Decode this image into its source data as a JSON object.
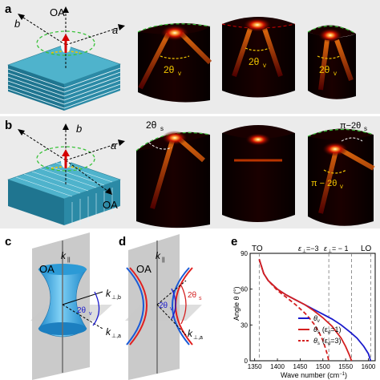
{
  "panels": {
    "a": {
      "label": "a",
      "axis_oa": "OA",
      "axis_a": "a",
      "axis_b": "b",
      "angle_labels": [
        "2θ",
        "2θ",
        "2θ"
      ],
      "angle_subscript": "v"
    },
    "b": {
      "label": "b",
      "axis_oa": "OA",
      "axis_a": "a",
      "axis_b": "b",
      "angle_label_1": "2θ",
      "angle_label_1_sub": "s",
      "angle_label_3_top": "π−2θ",
      "angle_label_3_top_sub": "s",
      "angle_label_3_bottom": "π − 2θ",
      "angle_label_3_bottom_sub": "v"
    },
    "c": {
      "label": "c",
      "oa": "OA",
      "k_par": "k",
      "k_par_sub": "||",
      "k_perp_b": "k",
      "k_perp_b_sub": "⊥,b",
      "k_perp_a": "k",
      "k_perp_a_sub": "⊥,a",
      "angle": "2θ",
      "angle_sub": "v"
    },
    "d": {
      "label": "d",
      "oa": "OA",
      "k_par": "k",
      "k_par_sub": "||",
      "k_perp_a": "k",
      "k_perp_a_sub": "⊥,a",
      "angle_v": "2θ",
      "angle_v_sub": "v",
      "angle_s": "2θ",
      "angle_s_sub": "s"
    },
    "e": {
      "label": "e",
      "top_to": "TO",
      "top_eps3": "ε",
      "top_eps3_sub": "⊥",
      "top_eps3_val": "=−3",
      "top_eps1": "ε",
      "top_eps1_sub": "⊥",
      "top_eps1_val": "= − 1",
      "top_lo": "LO"
    }
  },
  "chart_data": {
    "type": "line",
    "xlabel": "Wave number (cm",
    "xlabel_sup": "−1",
    "xlabel_end": ")",
    "ylabel": "Angle θ (°)",
    "xlim": [
      1340,
      1615
    ],
    "ylim": [
      0,
      90
    ],
    "xticks": [
      1350,
      1400,
      1450,
      1500,
      1550,
      1600
    ],
    "yticks": [
      0,
      30,
      60,
      90
    ],
    "vlines": [
      1360,
      1513,
      1563,
      1605
    ],
    "series": [
      {
        "name": "θv",
        "legend_sub": "v",
        "legend_extra": "",
        "color": "#1a1acc",
        "dash": "solid",
        "x": [
          1360,
          1370,
          1380,
          1400,
          1420,
          1440,
          1460,
          1480,
          1500,
          1520,
          1540,
          1560,
          1575,
          1590,
          1600,
          1605
        ],
        "y": [
          85,
          73,
          67,
          60,
          55,
          51,
          47,
          43,
          39,
          35,
          30,
          24,
          19,
          12,
          6,
          0
        ]
      },
      {
        "name": "θs (εd=1)",
        "legend_sub": "s",
        "legend_extra": "(ε",
        "legend_extra_sub": "d",
        "legend_extra_end": "=1)",
        "color": "#d42020",
        "dash": "solid",
        "x": [
          1360,
          1370,
          1380,
          1400,
          1420,
          1440,
          1460,
          1480,
          1500,
          1520,
          1540,
          1550,
          1558,
          1563
        ],
        "y": [
          85,
          73,
          67,
          60,
          55,
          51,
          47,
          42,
          36,
          29,
          19,
          12,
          5,
          0
        ]
      },
      {
        "name": "θs (εd=3)",
        "legend_sub": "s",
        "legend_extra": "(ε",
        "legend_extra_sub": "d",
        "legend_extra_end": "=3)",
        "color": "#d42020",
        "dash": "dashed",
        "x": [
          1360,
          1370,
          1380,
          1400,
          1420,
          1440,
          1460,
          1470,
          1480,
          1490,
          1500,
          1506,
          1510,
          1513
        ],
        "y": [
          85,
          73,
          67,
          59,
          53,
          47,
          40,
          36,
          31,
          25,
          17,
          10,
          5,
          0
        ]
      }
    ]
  },
  "colors": {
    "slab_top": "#3fa7c2",
    "slab_side": "#1d6f86",
    "glow_core": "#fff6c0",
    "glow_mid": "#ff5a00",
    "glow_outer": "#8a0000",
    "dashed_green": "#39c239",
    "dashed_yellow": "#f2c500"
  }
}
